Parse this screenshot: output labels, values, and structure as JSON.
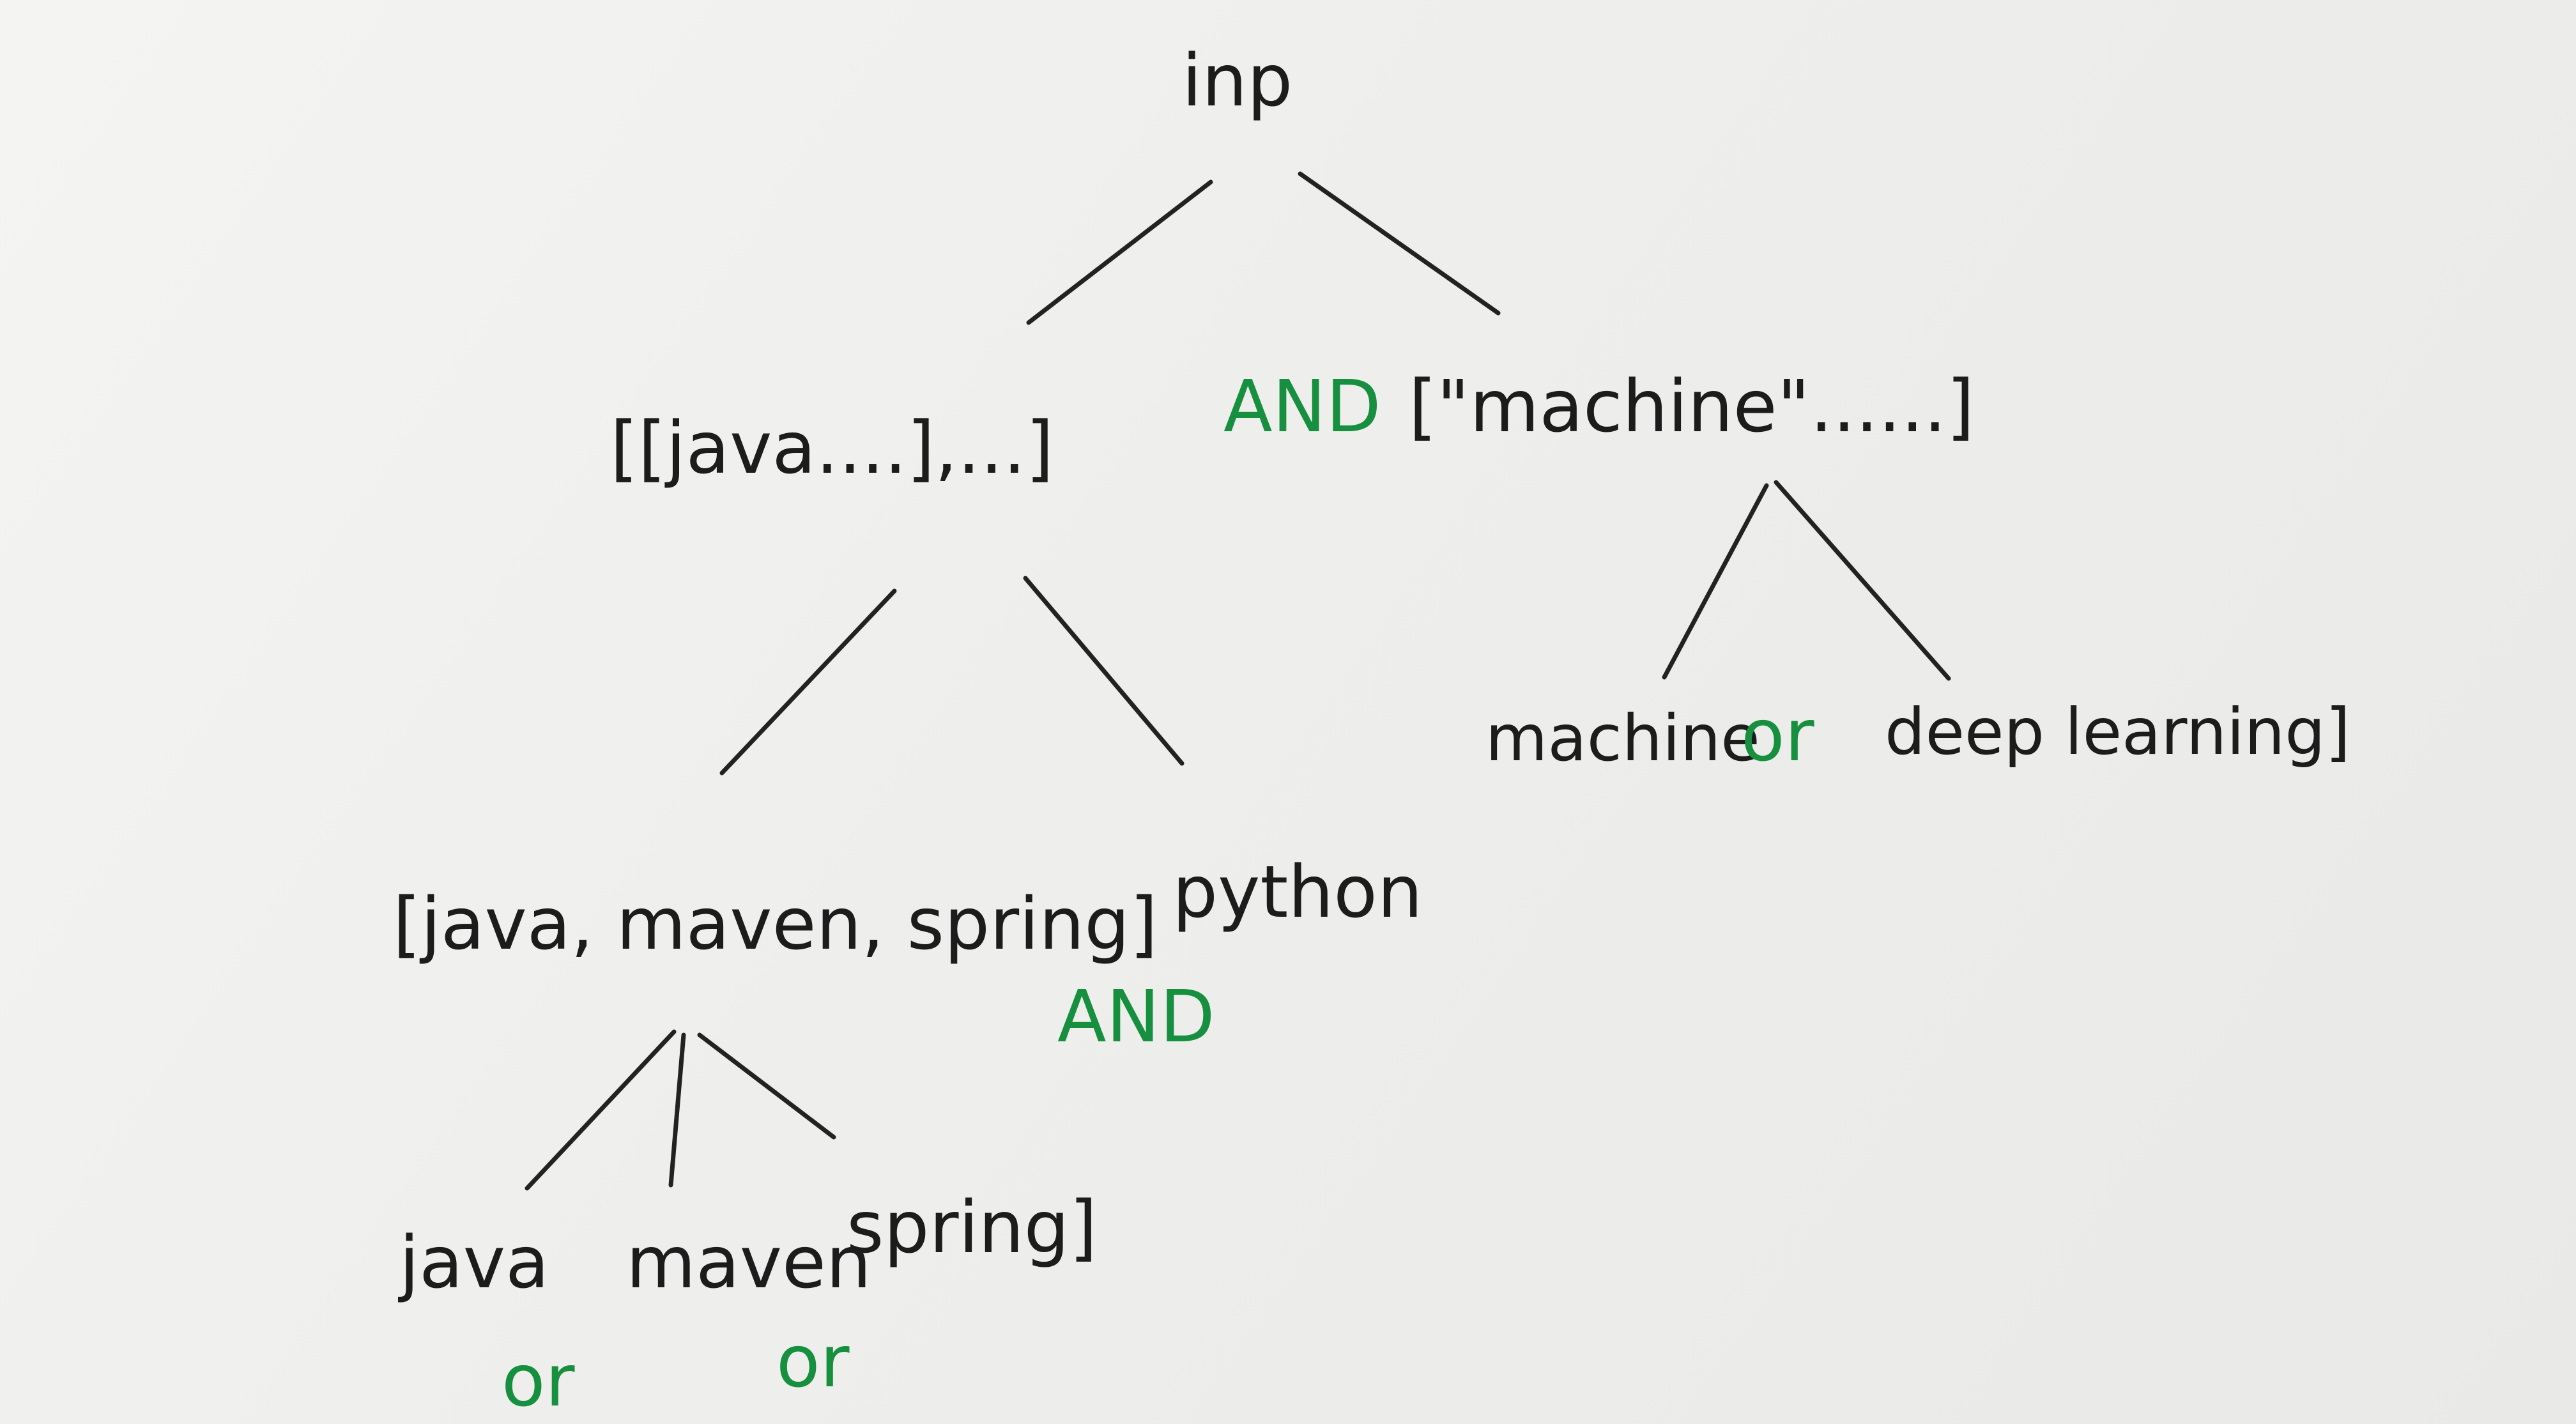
{
  "colors": {
    "ink": "#1c1c1c",
    "operator": "#168f3e",
    "paper": "#eeeeec"
  },
  "nodes": {
    "root": "inp",
    "level1_left": "[[java....],...]",
    "level1_operator": "AND",
    "level1_right": "[\"machine\"......]",
    "level2_left": "[java, maven, spring]",
    "level2_middle": "python",
    "level2_operator": "AND",
    "leaf_java": "java",
    "leaf_maven": "maven",
    "leaf_spring": "spring]",
    "leaf_or_1": "or",
    "leaf_or_2": "or",
    "right_leaf_machine": "machine",
    "right_leaf_or": "or",
    "right_leaf_deep_learning": "deep learning]"
  }
}
